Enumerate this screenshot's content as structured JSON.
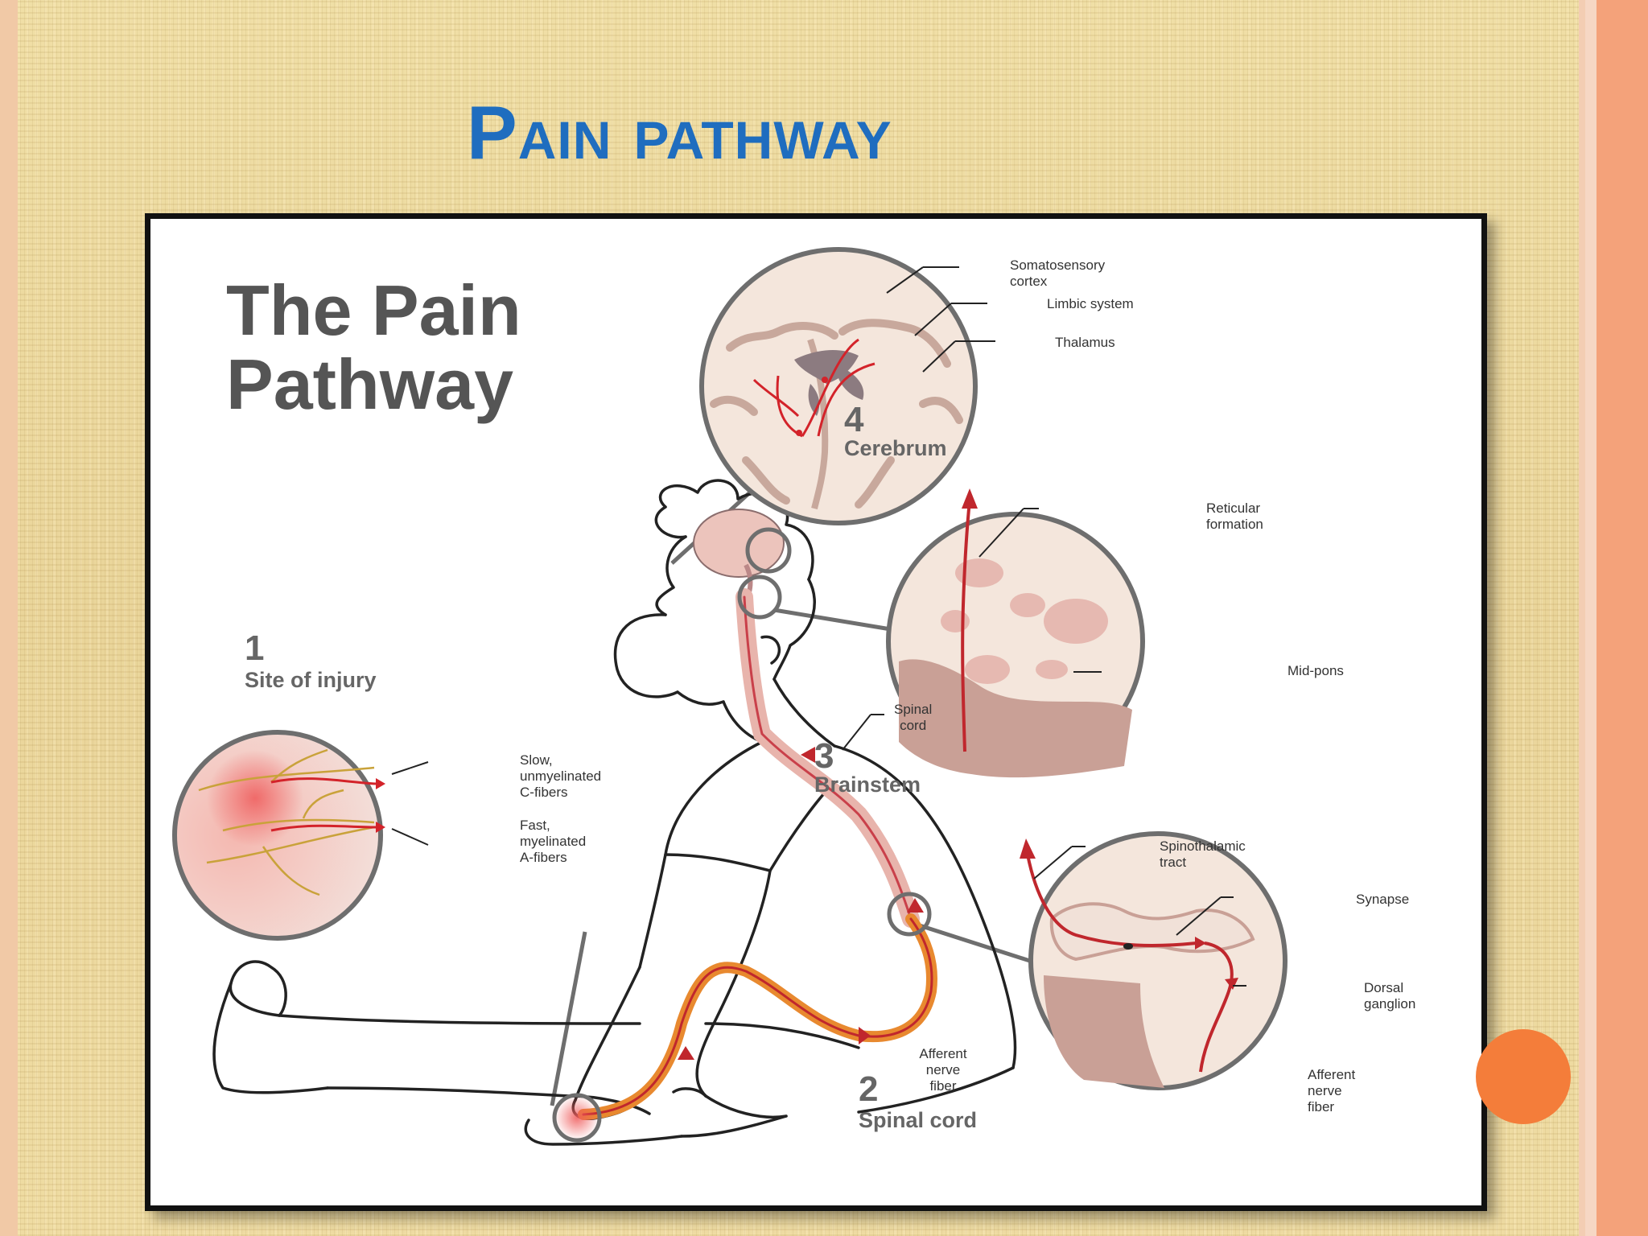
{
  "slide": {
    "title": "Pain pathway"
  },
  "figure": {
    "title_line1": "The Pain",
    "title_line2": "Pathway",
    "stages": [
      {
        "number": "1",
        "name": "Site of injury"
      },
      {
        "number": "2",
        "name": "Spinal cord"
      },
      {
        "number": "3",
        "name": "Brainstem"
      },
      {
        "number": "4",
        "name": "Cerebrum"
      }
    ],
    "labels": {
      "somatosensory_cortex_1": "Somatosensory",
      "somatosensory_cortex_2": "cortex",
      "limbic_system": "Limbic system",
      "thalamus": "Thalamus",
      "reticular_formation_1": "Reticular",
      "reticular_formation_2": "formation",
      "mid_pons": "Mid-pons",
      "spinal_cord_1": "Spinal",
      "spinal_cord_2": "cord",
      "slow_fibers_1": "Slow,",
      "slow_fibers_2": "unmyelinated",
      "slow_fibers_3": "C-fibers",
      "fast_fibers_1": "Fast,",
      "fast_fibers_2": "myelinated",
      "fast_fibers_3": "A-fibers",
      "spinothalamic_1": "Spinothalamic",
      "spinothalamic_2": "tract",
      "synapse": "Synapse",
      "dorsal_ganglion_1": "Dorsal",
      "dorsal_ganglion_2": "ganglion",
      "afferent_leg_1": "Afferent",
      "afferent_leg_2": "nerve",
      "afferent_leg_3": "fiber",
      "afferent_cord_1": "Afferent",
      "afferent_cord_2": "nerve",
      "afferent_cord_3": "fiber"
    }
  },
  "colors": {
    "title_blue": "#1f6dbf",
    "nerve_red": "#d3232a",
    "nerve_orange": "#e8892f",
    "accent_orange": "#f47d3a"
  }
}
